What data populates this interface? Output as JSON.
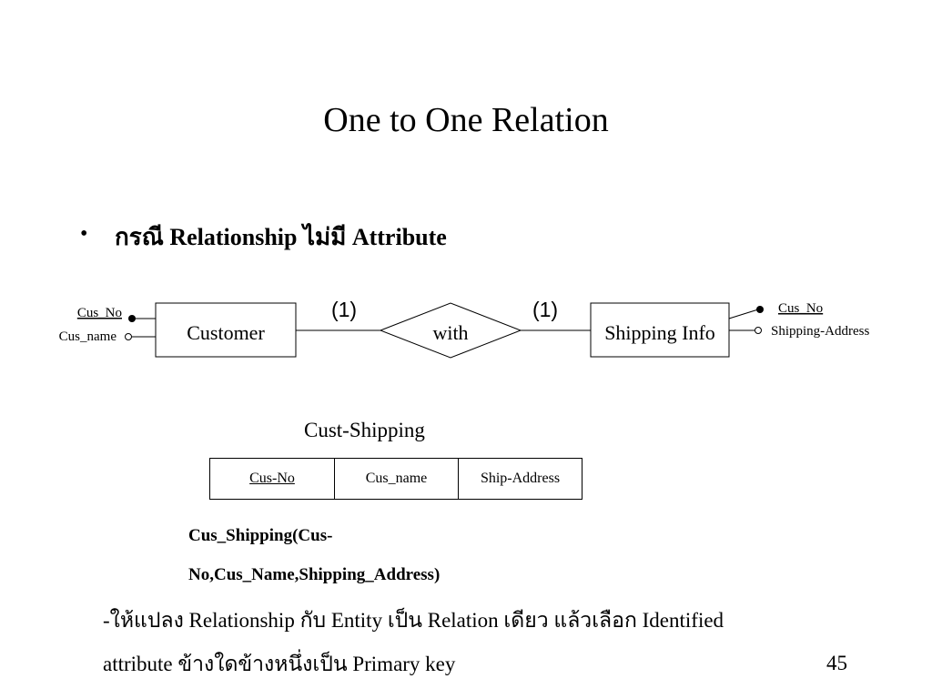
{
  "slide": {
    "title": "One to One Relation",
    "page_number": "45"
  },
  "bullet": {
    "marker": "•",
    "part1": "กรณี",
    "part2": "Relationship",
    "part3": "ไม่มี",
    "part4": "Attribute"
  },
  "er_diagram": {
    "entity_left": "Customer",
    "relationship": "with",
    "entity_right": "Shipping Info",
    "card_left": "(1)",
    "card_right": "(1)",
    "left_attrs": [
      "Cus_No",
      "Cus_name"
    ],
    "right_attrs": [
      "Cus_No",
      "Shipping-Address"
    ]
  },
  "relation_table": {
    "title": "Cust-Shipping",
    "columns": [
      "Cus-No",
      "Cus_name",
      "Ship-Address"
    ]
  },
  "schema": {
    "line1": "Cus_Shipping(Cus-",
    "line2": "No,Cus_Name,Shipping_Address)"
  },
  "note": {
    "line1": "-ให้แปลง Relationship กับ Entity เป็น Relation เดียว แล้วเลือก Identified",
    "line2": "attribute ข้างใดข้างหนึ่งเป็น Primary key"
  }
}
